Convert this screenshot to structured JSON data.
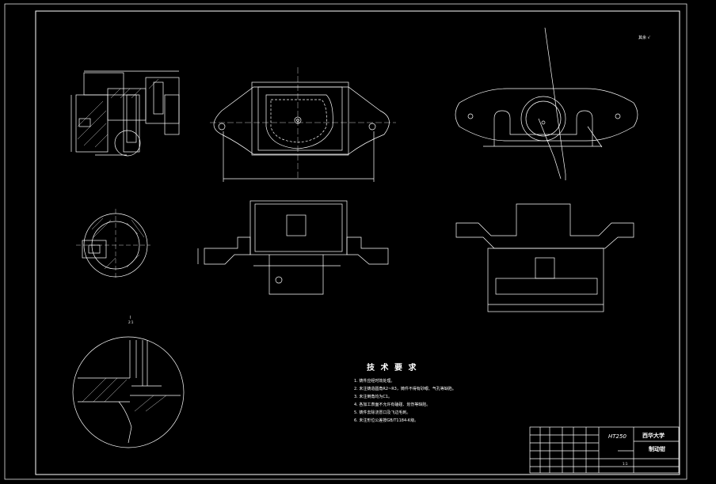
{
  "drawing": {
    "tech_requirements_title": "技 术 要 求",
    "tech_requirements": [
      "1. 铸件应经时效处理。",
      "2. 未注铸造圆角R2~R3，铸件不得有砂眼、气孔等缺陷。",
      "3. 未注倒角均为C1。",
      "4. 各加工表面不允许有磕碰、划伤等缺陷。",
      "5. 铸件去除浇冒口及飞边毛刺。",
      "6. 未注形位公差按GB/T1184-K级。"
    ],
    "title_block": {
      "material": "HT250",
      "school": "西华大学",
      "part_name": "制动钳",
      "scale_label": "1:1"
    },
    "roughness_note": "其余 √",
    "detail_label": "I",
    "detail_scale": "2:1",
    "colors": {
      "background": "#000000",
      "lines": "#ffffff"
    }
  }
}
